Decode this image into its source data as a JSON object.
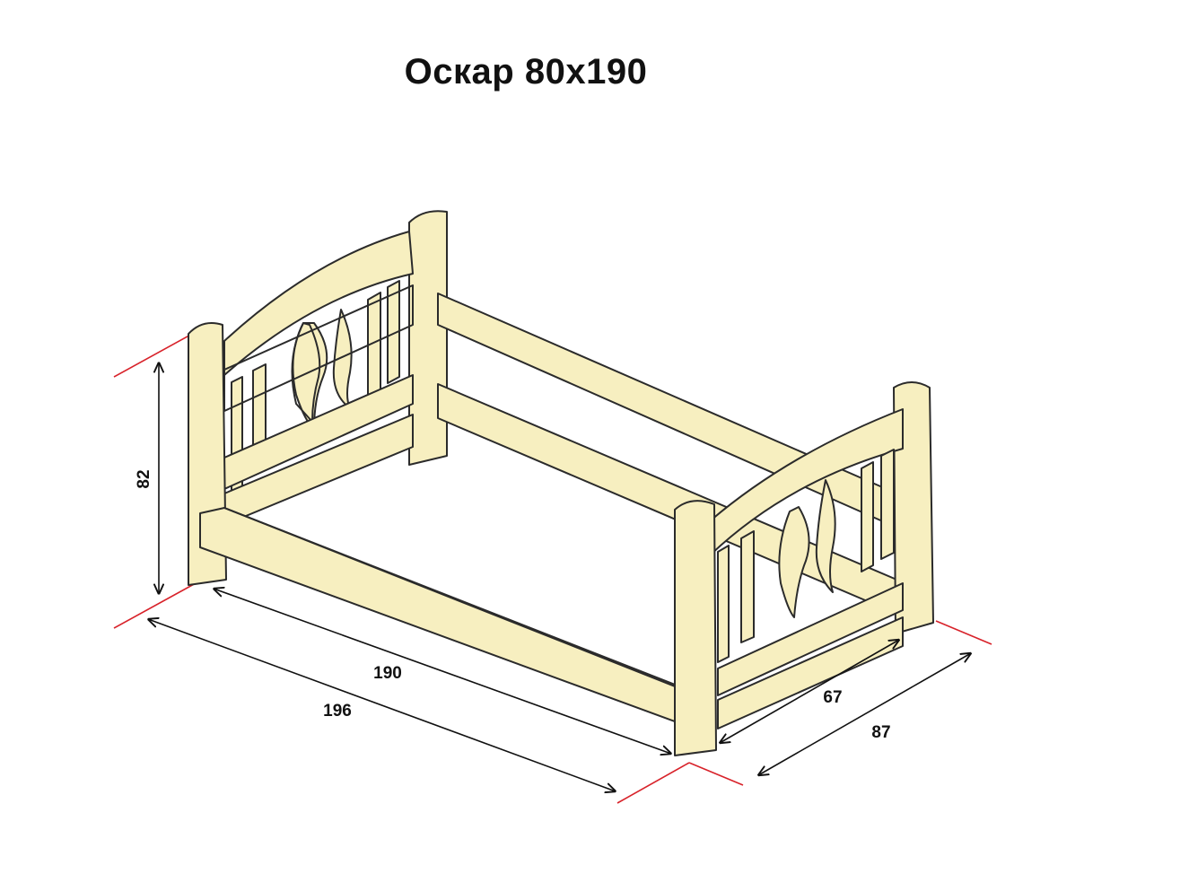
{
  "title": "Оскар 80х190",
  "dimensions": {
    "height": "82",
    "inner_length": "190",
    "outer_length": "196",
    "inner_width": "67",
    "outer_width": "87"
  },
  "colors": {
    "wood": "#f7efc0",
    "outline": "#2b2b2b",
    "extension_line": "#d8222a",
    "arrow": "#111111"
  }
}
